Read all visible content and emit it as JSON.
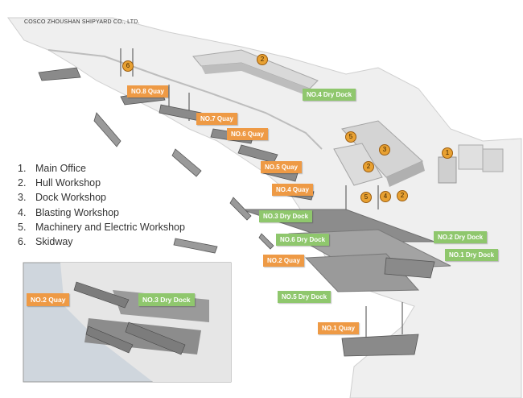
{
  "company": "COSCO ZHOUSHAN SHIPYARD CO., LTD.",
  "legend": [
    {
      "num": "1.",
      "text": "Main Office"
    },
    {
      "num": "2.",
      "text": "Hull Workshop"
    },
    {
      "num": "3.",
      "text": "Dock Workshop"
    },
    {
      "num": "4.",
      "text": "Blasting Workshop"
    },
    {
      "num": "5.",
      "text": "Machinery and Electric Workshop"
    },
    {
      "num": "6.",
      "text": "Skidway"
    }
  ],
  "quays": {
    "q8": "NO.8 Quay",
    "q7": "NO.7 Quay",
    "q6": "NO.6 Quay",
    "q5": "NO.5 Quay",
    "q4": "NO.4 Quay",
    "q2": "NO.2 Quay",
    "q1": "NO.1 Quay"
  },
  "docks": {
    "d4": "NO.4 Dry Dock",
    "d3": "NO.3 Dry Dock",
    "d6": "NO.6 Dry Dock",
    "d2": "NO.2 Dry Dock",
    "d1": "NO.1 Dry Dock",
    "d5": "NO.5 Dry Dock"
  },
  "inset": {
    "quay": "NO.2 Quay",
    "dock": "NO.3 Dry Dock"
  },
  "markers": {
    "m1": "1",
    "m2a": "2",
    "m2b": "2",
    "m2c": "2",
    "m3": "3",
    "m4": "4",
    "m5a": "5",
    "m5b": "5",
    "m6": "6"
  },
  "colors": {
    "quay_label": "#ee9a45",
    "dock_label": "#8fc76d",
    "marker": "#e8a132",
    "land": "#f2f2f2",
    "water": "#ffffff"
  }
}
